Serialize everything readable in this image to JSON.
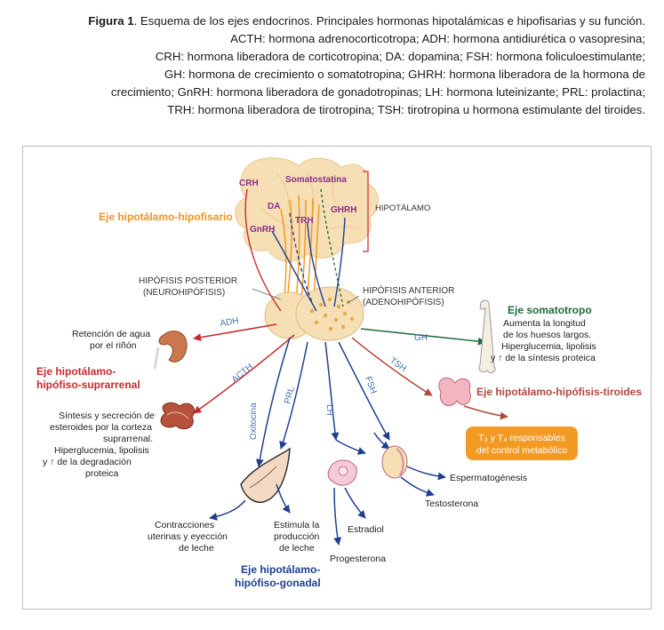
{
  "caption": {
    "figure_label": "Figura 1",
    "line1_rest": ". Esquema de los ejes endocrinos. Principales hormonas hipotalámicas e hipofisarias y su función.",
    "line2": "ACTH: hormona adrenocorticotropa; ADH: hormona antidiurética o vasopresina;",
    "line3": "CRH: hormona liberadora de corticotropina; DA: dopamina; FSH: hormona foliculoestimulante;",
    "line4": "GH: hormona de crecimiento o somatotropina; GHRH: hormona liberadora de la hormona de",
    "line5": "crecimiento; GnRH: hormona liberadora de gonadotropinas; LH: hormona luteinizante; PRL: prolactina;",
    "line6": "TRH: hormona liberadora de tirotropina; TSH: tirotropina u hormona estimulante del tiroides."
  },
  "hypothalamus": {
    "label": "HIPOTÁLAMO",
    "hormones": {
      "crh": "CRH",
      "somatostatina": "Somatostatina",
      "da": "DA",
      "trh": "TRH",
      "ghrh": "GHRH",
      "gnrh": "GnRH"
    }
  },
  "axes": {
    "hipotalamo_hipofisario": "Eje hipotálamo-hipofisario",
    "somatotropo": "Eje somatotropo",
    "suprarrenal_l1": "Eje hipotálamo-",
    "suprarrenal_l2": "hipófiso-suprarrenal",
    "tiroides": "Eje hipotálamo-hipófisis-tiroides",
    "gonadal_l1": "Eje hipotálamo-",
    "gonadal_l2": "hipófiso-gonadal"
  },
  "pituitary": {
    "posterior_l1": "HIPÓFISIS POSTERIOR",
    "posterior_l2": "(NEUROHIPÓFISIS)",
    "anterior_l1": "HIPÓFISIS ANTERIOR",
    "anterior_l2": "(ADENOHIPÓFISIS)"
  },
  "hormones": {
    "adh": "ADH",
    "gh": "GH",
    "acth": "ACTH",
    "tsh": "TSH",
    "oxitocina": "Oxitocina",
    "prl": "PRL",
    "lh": "LH",
    "fsh": "FSH"
  },
  "effects": {
    "kidney_l1": "Retención de agua",
    "kidney_l2": "por el riñón",
    "bone_l1": "Aumenta la longitud",
    "bone_l2": "de los huesos largos.",
    "bone_l3": "Hiperglucemia, lipolisis",
    "bone_l4": "y ↑ de la síntesis proteica",
    "adrenal_l1": "Síntesis y secreción de",
    "adrenal_l2": "esteroides por la corteza",
    "adrenal_l3": "suprarrenal.",
    "adrenal_l4": "Hiperglucemia, lipolisis",
    "adrenal_l5": "y ↑ de la degradación",
    "adrenal_l6": "proteica",
    "thyroid_box_l1": "T₃ y T₄ responsables",
    "thyroid_box_l2": "del control metabólico",
    "uterus_l1": "Contracciones",
    "uterus_l2": "uterinas y eyección",
    "uterus_l3": "de leche",
    "milk_l1": "Estimula la",
    "milk_l2": "producción",
    "milk_l3": "de leche",
    "espermatogenesis": "Espermatogénesis",
    "testosterona": "Testosterona",
    "estradiol": "Estradiol",
    "progesterona": "Progesterona"
  },
  "colors": {
    "orange_axis": "#f0941e",
    "red_axis": "#c8282d",
    "green_axis": "#1f6b3d",
    "brown_axis": "#b0493a",
    "blue_axis": "#1f3f8f",
    "purple_hormone": "#8a2e8a",
    "hormone_text": "#3f6fb0",
    "brain_fill": "#f6dfb5",
    "box_fill": "#f39a25"
  }
}
